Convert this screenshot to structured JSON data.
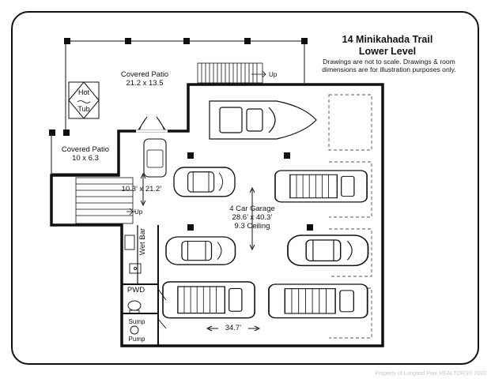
{
  "header": {
    "title_line1": "14 Minikahada Trail",
    "title_line2": "Lower Level",
    "note_line1": "Drawings are not to scale. Drawings & room",
    "note_line2": "dimensions are for illustration purposes only."
  },
  "rooms": {
    "covered_patio_main": {
      "name": "Covered Patio",
      "size": "21.2 x 13.5"
    },
    "hot_tub": {
      "line1": "Hot",
      "line2": "Tub"
    },
    "covered_patio_small": {
      "name": "Covered Patio",
      "size": "10 x 6.3"
    },
    "bay": {
      "size": "10.3’ x 21.2’"
    },
    "garage": {
      "name": "4 Car Garage",
      "size": "28.6’ x 40.3’",
      "ceiling": "9.3 Ceiling"
    },
    "wet_bar": "Wet Bar",
    "pwd": "PWD",
    "sump": {
      "line1": "Sump",
      "line2": "Pump"
    },
    "width_dim": "34.7’"
  },
  "stairs": {
    "up_label": "Up"
  },
  "footer": {
    "copyright": "Property of Longleaf Pine REALTORS® 2020"
  }
}
